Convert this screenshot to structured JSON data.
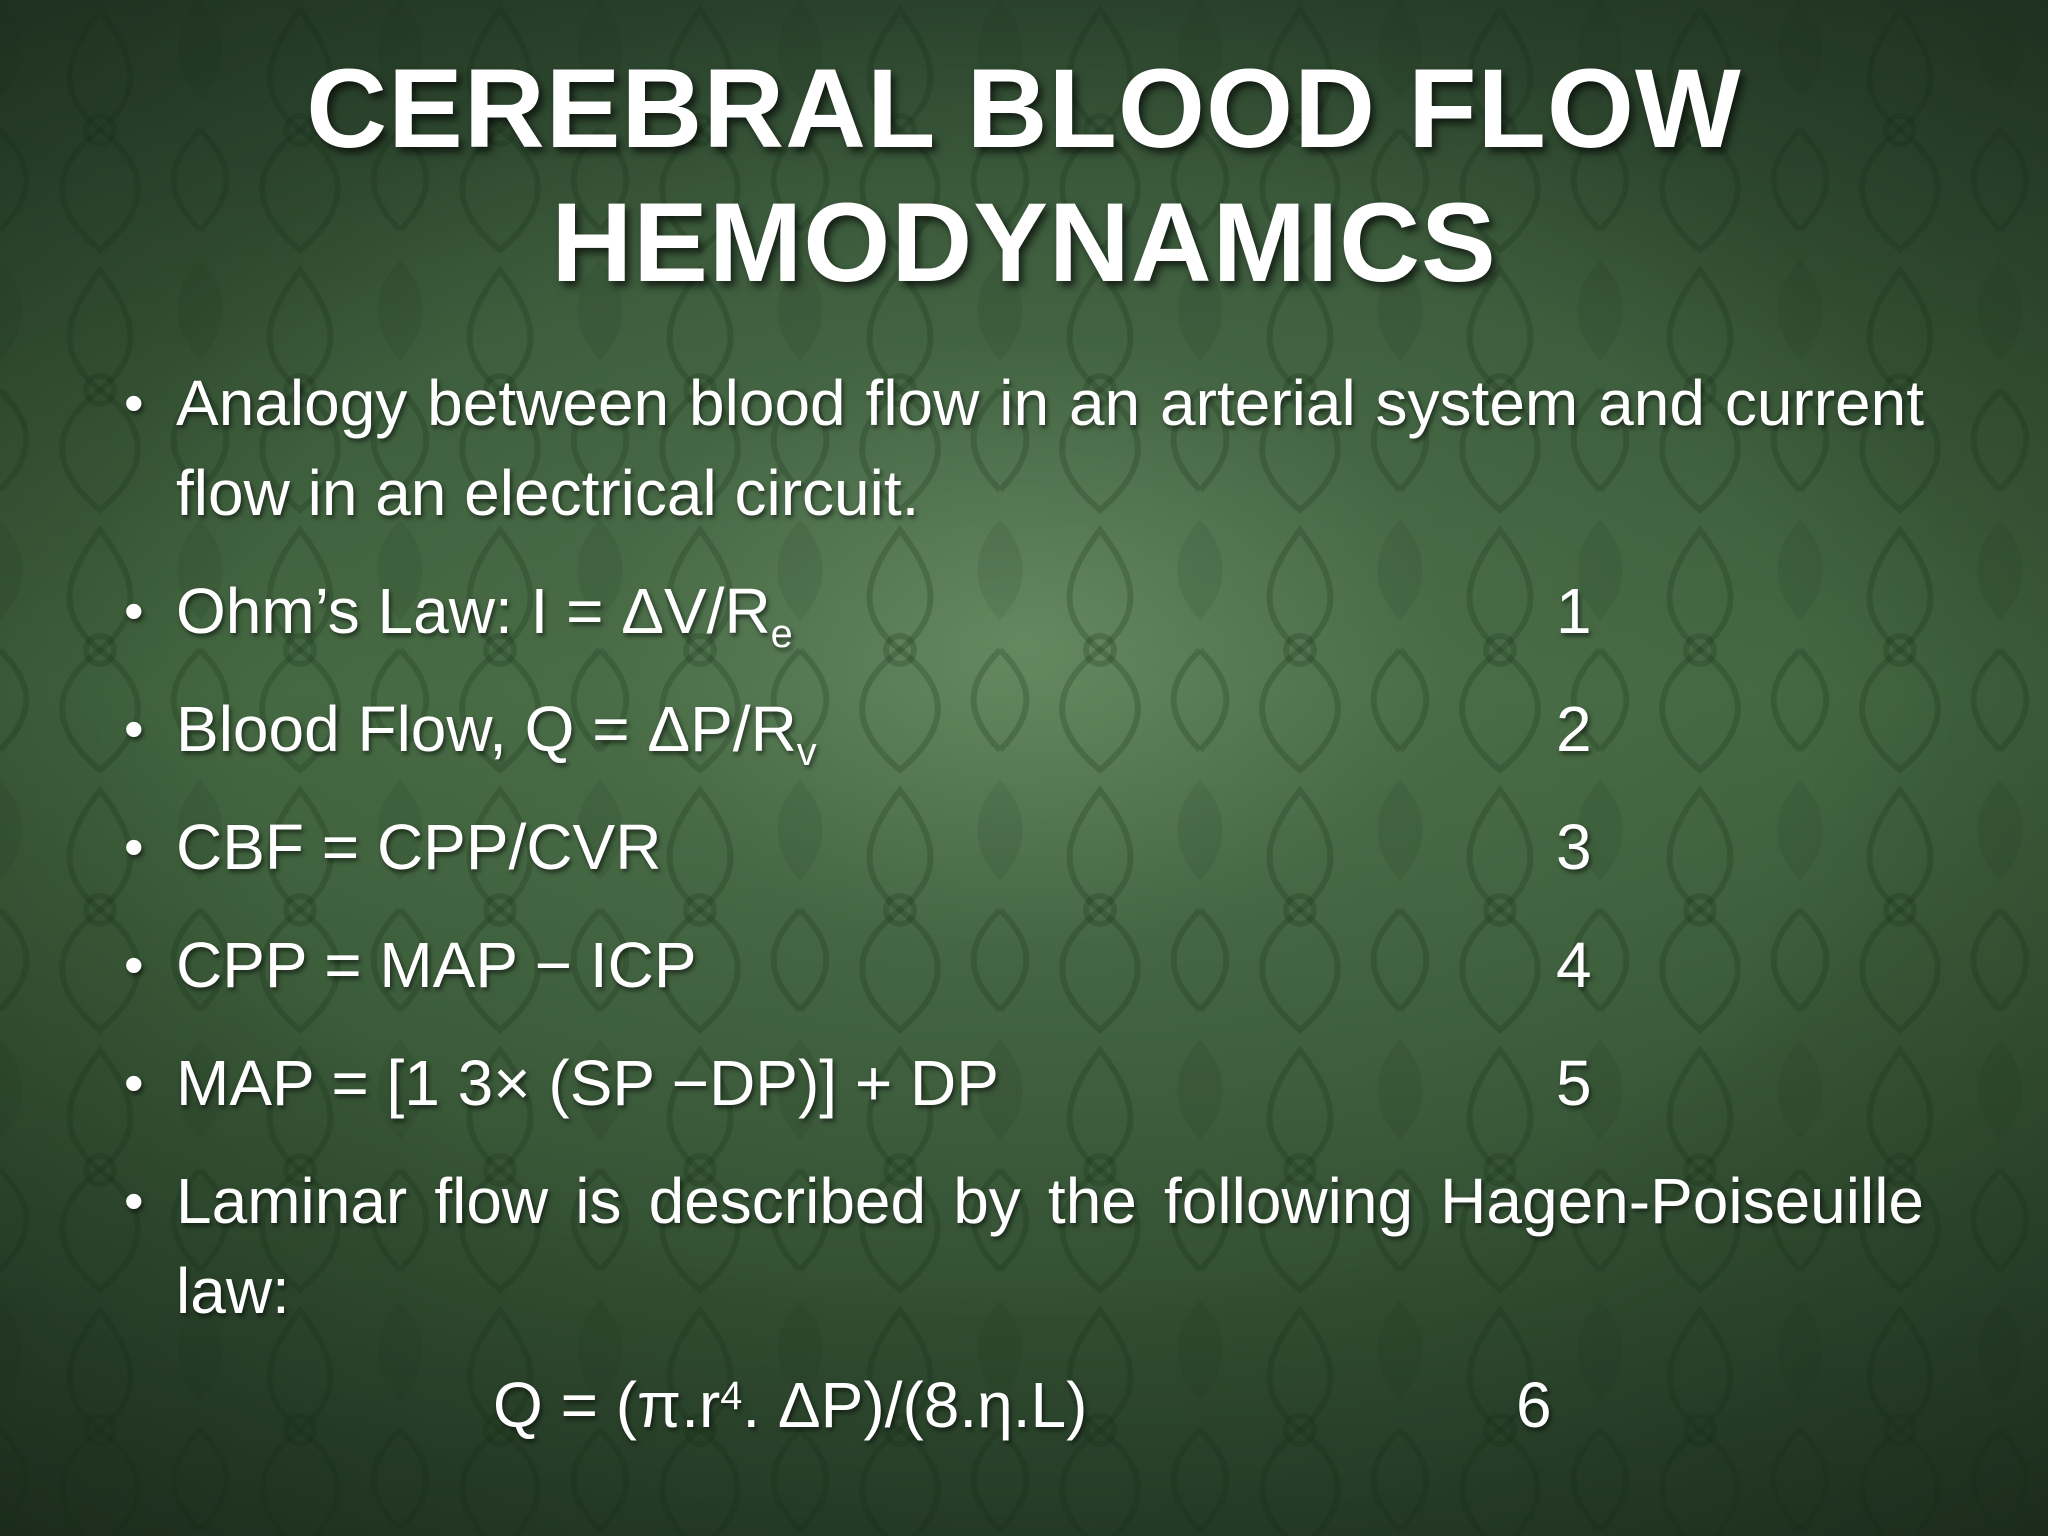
{
  "title": {
    "line1": "CEREBRAL BLOOD FLOW",
    "line2": "HEMODYNAMICS"
  },
  "bullets": {
    "b1": "Analogy between blood flow in an arterial system and current flow in an electrical circuit.",
    "b2": {
      "text": "Ohm’s Law: I = ΔV/R",
      "sub": "e",
      "num": "1"
    },
    "b3": {
      "text": "Blood Flow, Q = ΔP/R",
      "sub": "v",
      "num": "2"
    },
    "b4": {
      "text": "CBF = CPP/CVR",
      "num": "3"
    },
    "b5": {
      "text": "CPP = MAP − ICP",
      "num": "4"
    },
    "b6": {
      "text": "MAP = [1 3× (SP −DP)] + DP",
      "num": "5"
    },
    "b7": "Laminar flow is described by the following Hagen-Poiseuille law:"
  },
  "equation": {
    "pre": "Q = (π.r",
    "sup": "4",
    "post": ". ΔP)/(8.η.L)",
    "num": "6"
  },
  "bullet_glyph": "•"
}
